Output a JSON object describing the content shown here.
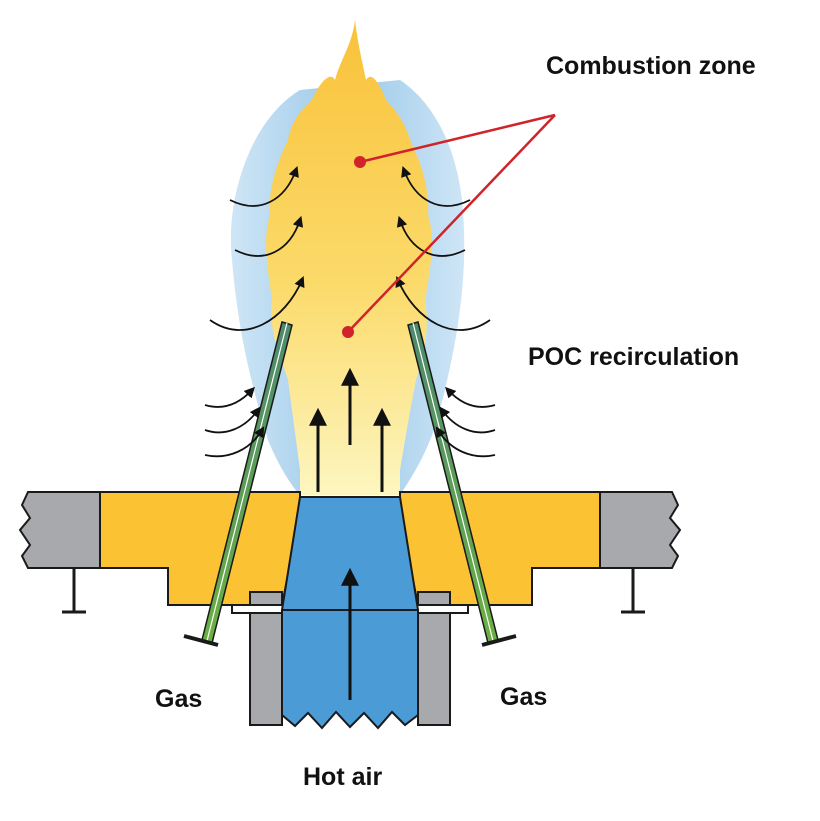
{
  "labels": {
    "combustion_zone": "Combustion zone",
    "poc_recirculation": "POC recirculation",
    "gas_left": "Gas",
    "gas_right": "Gas",
    "hot_air": "Hot air"
  },
  "colors": {
    "flame_core": "#FDF3A6",
    "flame_outer": "#F9C63A",
    "recirc_blue": "#9CCBEA",
    "air_blue": "#4A9BD6",
    "refractory": "#FBC234",
    "steel_gray": "#A7A9AC",
    "gas_pipe": "#5E9E43",
    "pointer_red": "#D0232A",
    "outline": "#1A1A1A"
  }
}
